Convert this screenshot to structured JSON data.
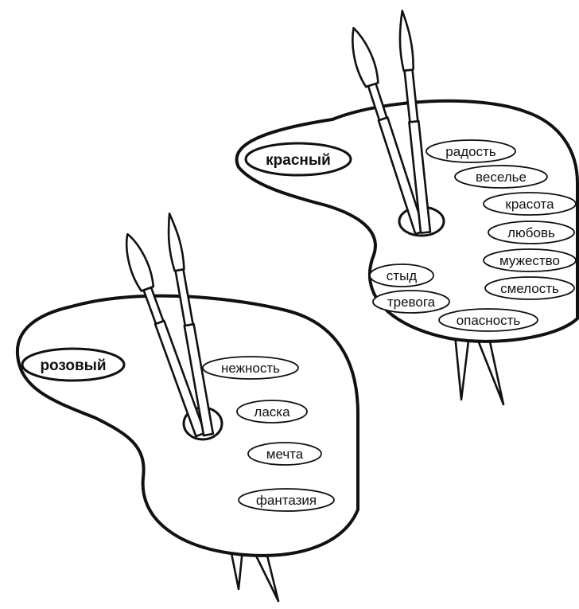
{
  "palettes": [
    {
      "title": "красный",
      "words": [
        "радость",
        "веселье",
        "красота",
        "любовь",
        "мужество",
        "смелость",
        "стыд",
        "тревога",
        "опасность"
      ]
    },
    {
      "title": "розовый",
      "words": [
        "нежность",
        "ласка",
        "мечта",
        "фантазия"
      ]
    }
  ]
}
